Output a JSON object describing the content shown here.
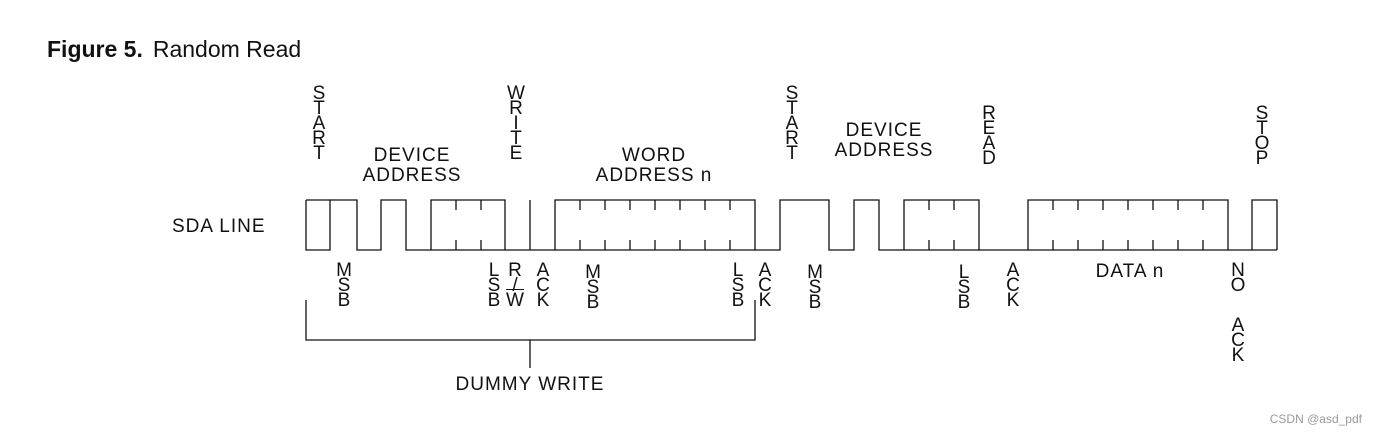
{
  "figure": {
    "number": "Figure 5.",
    "title": "Random Read"
  },
  "line_label": "SDA LINE",
  "top_labels": {
    "start1": "START",
    "device_address_1": [
      "DEVICE",
      "ADDRESS"
    ],
    "write": "WRITE",
    "word_address": [
      "WORD",
      "ADDRESS n"
    ],
    "start2": "START",
    "device_address_2": [
      "DEVICE",
      "ADDRESS"
    ],
    "read": "READ",
    "stop": "STOP"
  },
  "bottom_labels": {
    "msb1": "MSB",
    "lsb1": "LSB",
    "rw": [
      "R",
      "/",
      "W"
    ],
    "ack1": "ACK",
    "msb2": "MSB",
    "lsb2": "LSB",
    "ack2": "ACK",
    "msb3": "MSB",
    "lsb3": "LSB",
    "ack3": "ACK",
    "data": "DATA n",
    "no": "NO",
    "ack4": "ACK"
  },
  "bracket_label": "DUMMY WRITE",
  "watermark": "CSDN @asd_pdf"
}
